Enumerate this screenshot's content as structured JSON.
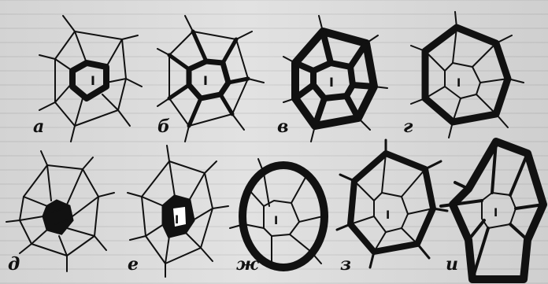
{
  "panels": [
    {
      "key": "a",
      "label": "а",
      "pith_label": "I"
    },
    {
      "key": "b",
      "label": "б",
      "pith_label": "I"
    },
    {
      "key": "v",
      "label": "в",
      "pith_label": "I"
    },
    {
      "key": "g",
      "label": "г",
      "pith_label": "I"
    },
    {
      "key": "d",
      "label": "д",
      "pith_label": ""
    },
    {
      "key": "e",
      "label": "е",
      "pith_label": "I"
    },
    {
      "key": "zh",
      "label": "ж",
      "pith_label": "I"
    },
    {
      "key": "z",
      "label": "з",
      "pith_label": "I"
    },
    {
      "key": "i",
      "label": "и",
      "pith_label": "I"
    }
  ],
  "colors": {
    "ink": "#111111",
    "paper": "#d9d9d9"
  }
}
